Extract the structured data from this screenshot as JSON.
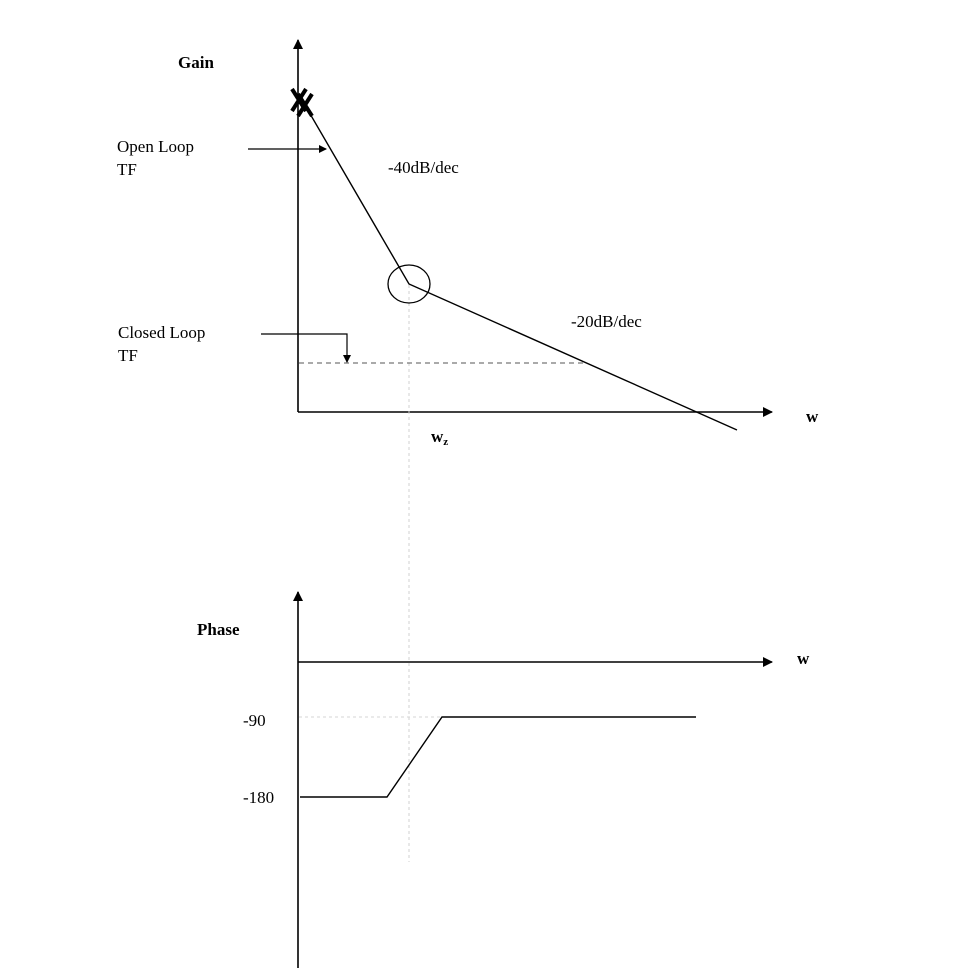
{
  "gain_plot": {
    "y_label": "Gain",
    "x_label": "w",
    "open_loop_label_line1": "Open Loop",
    "open_loop_label_line2": "TF",
    "closed_loop_label_line1": "Closed Loop",
    "closed_loop_label_line2": "TF",
    "slope1_label": "-40dB/dec",
    "slope2_label": "-20dB/dec",
    "zero_label_main": "w",
    "zero_label_sub": "z",
    "pole_marker": "X"
  },
  "phase_plot": {
    "y_label": "Phase",
    "x_label": "w",
    "tick_minus90": "-90",
    "tick_minus180": "-180"
  },
  "chart_data": [
    {
      "type": "line",
      "title": "Gain",
      "xlabel": "w",
      "ylabel": "Gain",
      "annotations": [
        "Open Loop TF",
        "Closed Loop TF",
        "-40dB/dec",
        "-20dB/dec",
        "wz"
      ],
      "segments": [
        {
          "name": "Open Loop TF",
          "slope": "-40dB/dec",
          "from": "origin pole (X)",
          "to": "wz"
        },
        {
          "name": "Open Loop TF",
          "slope": "-20dB/dec",
          "from": "wz",
          "to": "beyond crossover"
        },
        {
          "name": "Closed Loop TF",
          "style": "dashed",
          "slope": "0dB/dec"
        }
      ]
    },
    {
      "type": "line",
      "title": "Phase",
      "xlabel": "w",
      "ylabel": "Phase",
      "y_ticks": [
        -90,
        -180
      ],
      "series": [
        {
          "name": "Phase",
          "points": [
            [
              "low",
              -180
            ],
            [
              "before wz",
              -180
            ],
            [
              "after wz",
              -90
            ],
            [
              "high",
              -90
            ]
          ]
        }
      ]
    }
  ]
}
